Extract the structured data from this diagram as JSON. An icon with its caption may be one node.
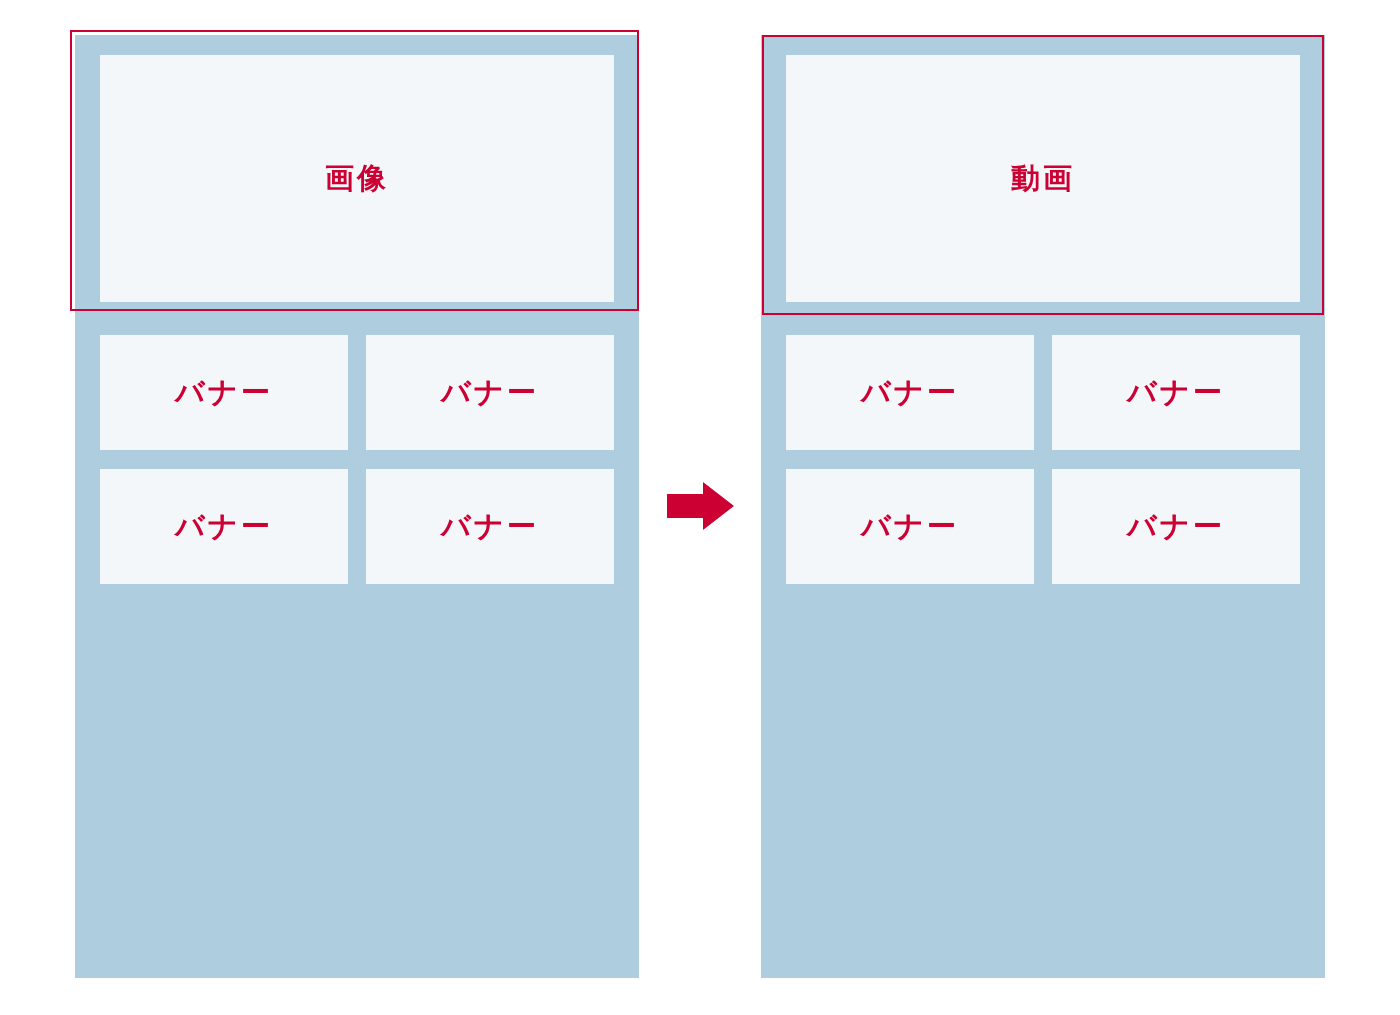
{
  "diagram": {
    "nodes": [
      {
        "text": [],
        "shape": "box"
      },
      {
        "text": [],
        "shape": "box",
        "in": 0
      },
      {
        "text": [
          "画像"
        ],
        "in": 1
      },
      {
        "text": [
          "バナー"
        ],
        "in": 0
      },
      {
        "text": [
          "バナー"
        ],
        "in": 0
      },
      {
        "text": [
          "バナー"
        ],
        "in": 0
      },
      {
        "text": [
          "バナー"
        ],
        "in": 0
      },
      {
        "text": [],
        "shape": "box"
      },
      {
        "text": [],
        "shape": "box",
        "in": 7
      },
      {
        "text": [
          "動画"
        ],
        "in": 8
      },
      {
        "text": [
          "バナー"
        ],
        "in": 7
      },
      {
        "text": [
          "バナー"
        ],
        "in": 7
      },
      {
        "text": [
          "バナー"
        ],
        "in": 7
      },
      {
        "text": [
          "バナー"
        ],
        "in": 7
      }
    ],
    "edges": [
      {
        "from": 0,
        "to": 7,
        "arrow": "to"
      }
    ]
  }
}
